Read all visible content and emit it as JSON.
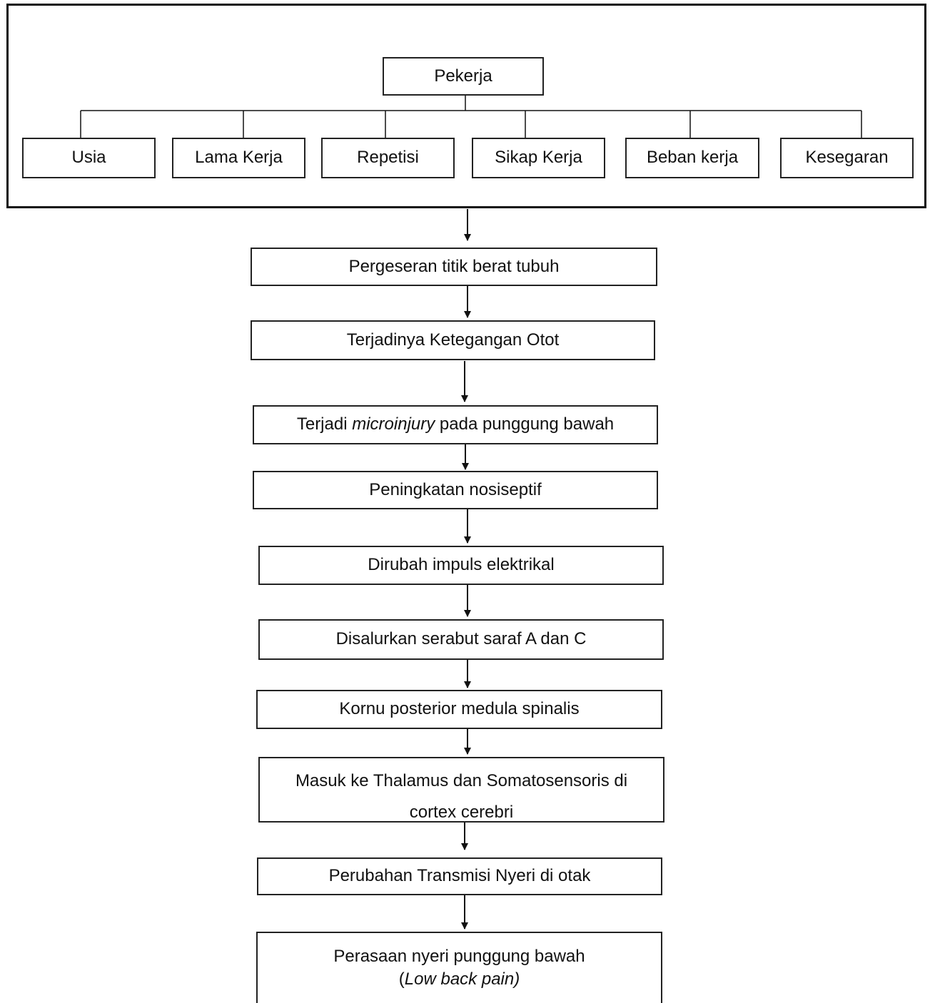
{
  "diagram": {
    "top_node": "Pekerja",
    "factors": [
      "Usia",
      "Lama Kerja",
      "Repetisi",
      "Sikap Kerja",
      "Beban kerja",
      "Kesegaran"
    ],
    "steps": [
      {
        "pre": "Pergeseran titik berat tubuh",
        "em": "",
        "post": ""
      },
      {
        "pre": "Terjadinya Ketegangan Otot",
        "em": "",
        "post": ""
      },
      {
        "pre": "Terjadi ",
        "em": "microinjury",
        "post": " pada punggung bawah"
      },
      {
        "pre": "Peningkatan nosiseptif",
        "em": "",
        "post": ""
      },
      {
        "pre": "Dirubah impuls elektrikal",
        "em": "",
        "post": ""
      },
      {
        "pre": "Disalurkan serabut saraf A dan C",
        "em": "",
        "post": ""
      },
      {
        "pre": "Kornu posterior medula spinalis",
        "em": "",
        "post": ""
      },
      {
        "pre": "Masuk ke Thalamus dan Somatosensoris di cortex cerebri",
        "em": "",
        "post": ""
      },
      {
        "pre": "Perubahan Transmisi Nyeri di otak",
        "em": "",
        "post": ""
      }
    ],
    "final": {
      "line1": "Perasaan nyeri punggung bawah",
      "line2_open": "(",
      "line2_em": "Low back pain)"
    }
  }
}
